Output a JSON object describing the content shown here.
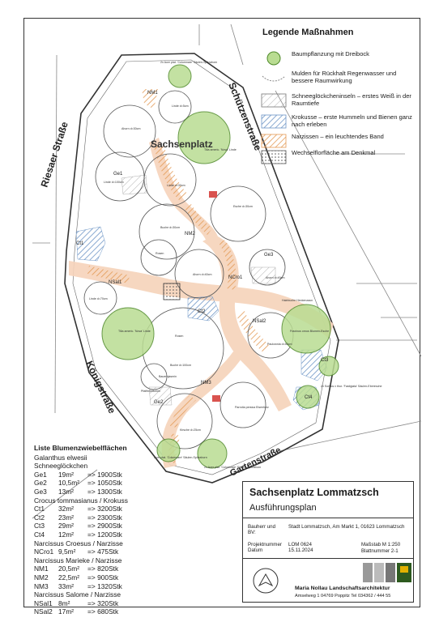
{
  "legend": {
    "title": "Legende Maßnahmen",
    "items": [
      {
        "text": "Baumpflanzung mit Dreibock",
        "symbol": "tree-circle"
      },
      {
        "text": "Mulden für Rückhalt Regenwasser und bessere Raumwirkung",
        "symbol": "swale"
      },
      {
        "text": "Schneeglöckcheninseln – erstes Weiß in der Raumtiefe",
        "symbol": "hatch-gray"
      },
      {
        "text": "Krokusse – erste Hummeln und Bienen ganz nach erleben",
        "symbol": "hatch-blue"
      },
      {
        "text": "Narzissen – ein leuchtendes Band",
        "symbol": "hatch-orange"
      },
      {
        "text": "Wechselflorfläche am Denkmal",
        "symbol": "dots"
      }
    ]
  },
  "streets": {
    "riesaer": "Riesaer Straße",
    "schuetzen": "Schützenstraße",
    "koenig": "Königstraße",
    "garten": "Gartenstraße"
  },
  "plan": {
    "square_name": "Sachsenplatz",
    "zones": [
      "NM1",
      "Ge1",
      "Ct1",
      "NM2",
      "NSal1",
      "NCro1",
      "Ct2",
      "Ge3",
      "NSal2",
      "Ct3",
      "NM3",
      "Ge2",
      "Ct4"
    ],
    "tree_labels": [
      "2x Acer plat. 'Columnare' Säulen-Spitzahorn",
      "Linde d=5cm",
      "Ahorn d=30cm",
      "Tilia americ. 'Nova' Linde",
      "Ge1",
      "Linde d=100cm",
      "Linde d=30cm",
      "Esche d=30cm",
      "Buche d=30cm",
      "Rosen",
      "Ahorn d=40cm",
      "Ahorn d=40cm",
      "Linde d=70cm",
      "Tilia americ. 'Nova' Linde",
      "Rosen",
      "Hainbuche Heckenzaun",
      "Fraxinus ornus Blumen-Esche",
      "Paulownia d=40cm",
      "Buche d=100cm",
      "Bauernjasmin",
      "Pfaffenhütchen",
      "2x Sorbus x thur. 'Fastigiata' Säulen-Eberesche",
      "Parrotia persica Eisenholz",
      "Kirsche d=25cm",
      "Acer plat. 'Columnare' Säulen-Spitzahorn",
      "2x Acer plat. 'Columnare' Säulen-Spitzahorn"
    ]
  },
  "bulb_list": {
    "title": "Liste Blumenzwiebelflächen",
    "groups": [
      {
        "head": [
          "Galanthus elwesii",
          "Schneeglöckchen"
        ],
        "rows": [
          [
            "Ge1",
            "19m²",
            "=> 1900Stk"
          ],
          [
            "Ge2",
            "10,5m²",
            "=> 1050Stk"
          ],
          [
            "Ge3",
            "13m²",
            "=> 1300Stk"
          ]
        ]
      },
      {
        "head": [
          "Crocus tommasianus / Krokuss"
        ],
        "rows": [
          [
            "Ct1",
            "32m²",
            "=> 3200Stk"
          ],
          [
            "Ct2",
            "23m²",
            "=> 2300Stk"
          ],
          [
            "Ct3",
            "29m²",
            "=> 2900Stk"
          ],
          [
            "Ct4",
            "12m²",
            "=> 1200Stk"
          ]
        ]
      },
      {
        "head": [
          "Narcissus Croesus / Narzisse"
        ],
        "rows": [
          [
            "NCro1",
            "9,5m²",
            "=> 475Stk"
          ]
        ]
      },
      {
        "head": [
          "Narcissus Marieke / Narzisse"
        ],
        "rows": [
          [
            "NM1",
            "20,5m²",
            "=> 820Stk"
          ],
          [
            "NM2",
            "22,5m²",
            "=> 900Stk"
          ],
          [
            "NM3",
            "33m²",
            "=> 1320Stk"
          ]
        ]
      },
      {
        "head": [
          "Narcissus Salome / Narzisse"
        ],
        "rows": [
          [
            "NSal1",
            "8m²",
            "=> 320Stk"
          ],
          [
            "NSal2",
            "17m²",
            "=> 680Stk"
          ]
        ]
      }
    ]
  },
  "title_block": {
    "title": "Sachsenplatz Lommatzsch",
    "subtitle": "Ausführungsplan",
    "bauherr_label": "Bauherr und BV:",
    "bauherr_value": "Stadt Lommatzsch, Am Markt 1, 01623 Lommatzsch",
    "projekt_label": "Projektnummer Datum",
    "projekt_value": "LOM 0624 15.11.2024",
    "massstab": "Maßstab M 1:250",
    "blatt": "Blattnummer 2-1",
    "office_name": "Maria Nollau Landschaftsarchitektur",
    "office_address": "Amselweg 1    04769 Poppitz    Tel 034362 / 444 55"
  },
  "colors": {
    "tree_fill": "#b9dc92",
    "tree_stroke": "#4f8a2a",
    "path_fill": "#f6d3ba",
    "hatch_blue": "#6d95c6",
    "hatch_orange": "#e39a55",
    "hatch_gray": "#8a8a8a",
    "line": "#333333"
  }
}
